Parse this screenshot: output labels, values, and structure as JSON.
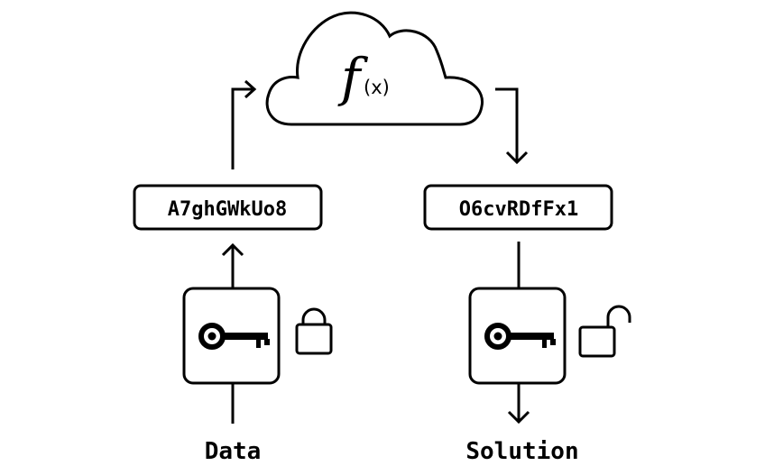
{
  "cloud": {
    "function_symbol": "f",
    "function_argument": "(x)"
  },
  "encrypted_box": {
    "text": "A7ghGWkUo8"
  },
  "result_box": {
    "text": "O6cvRDfFx1"
  },
  "captions": {
    "input": "Data",
    "output": "Solution"
  },
  "icons": {
    "cloud": "cloud-icon",
    "key_left": "key-icon",
    "lock_closed": "padlock-closed-icon",
    "key_right": "key-icon",
    "lock_open": "padlock-open-icon"
  }
}
